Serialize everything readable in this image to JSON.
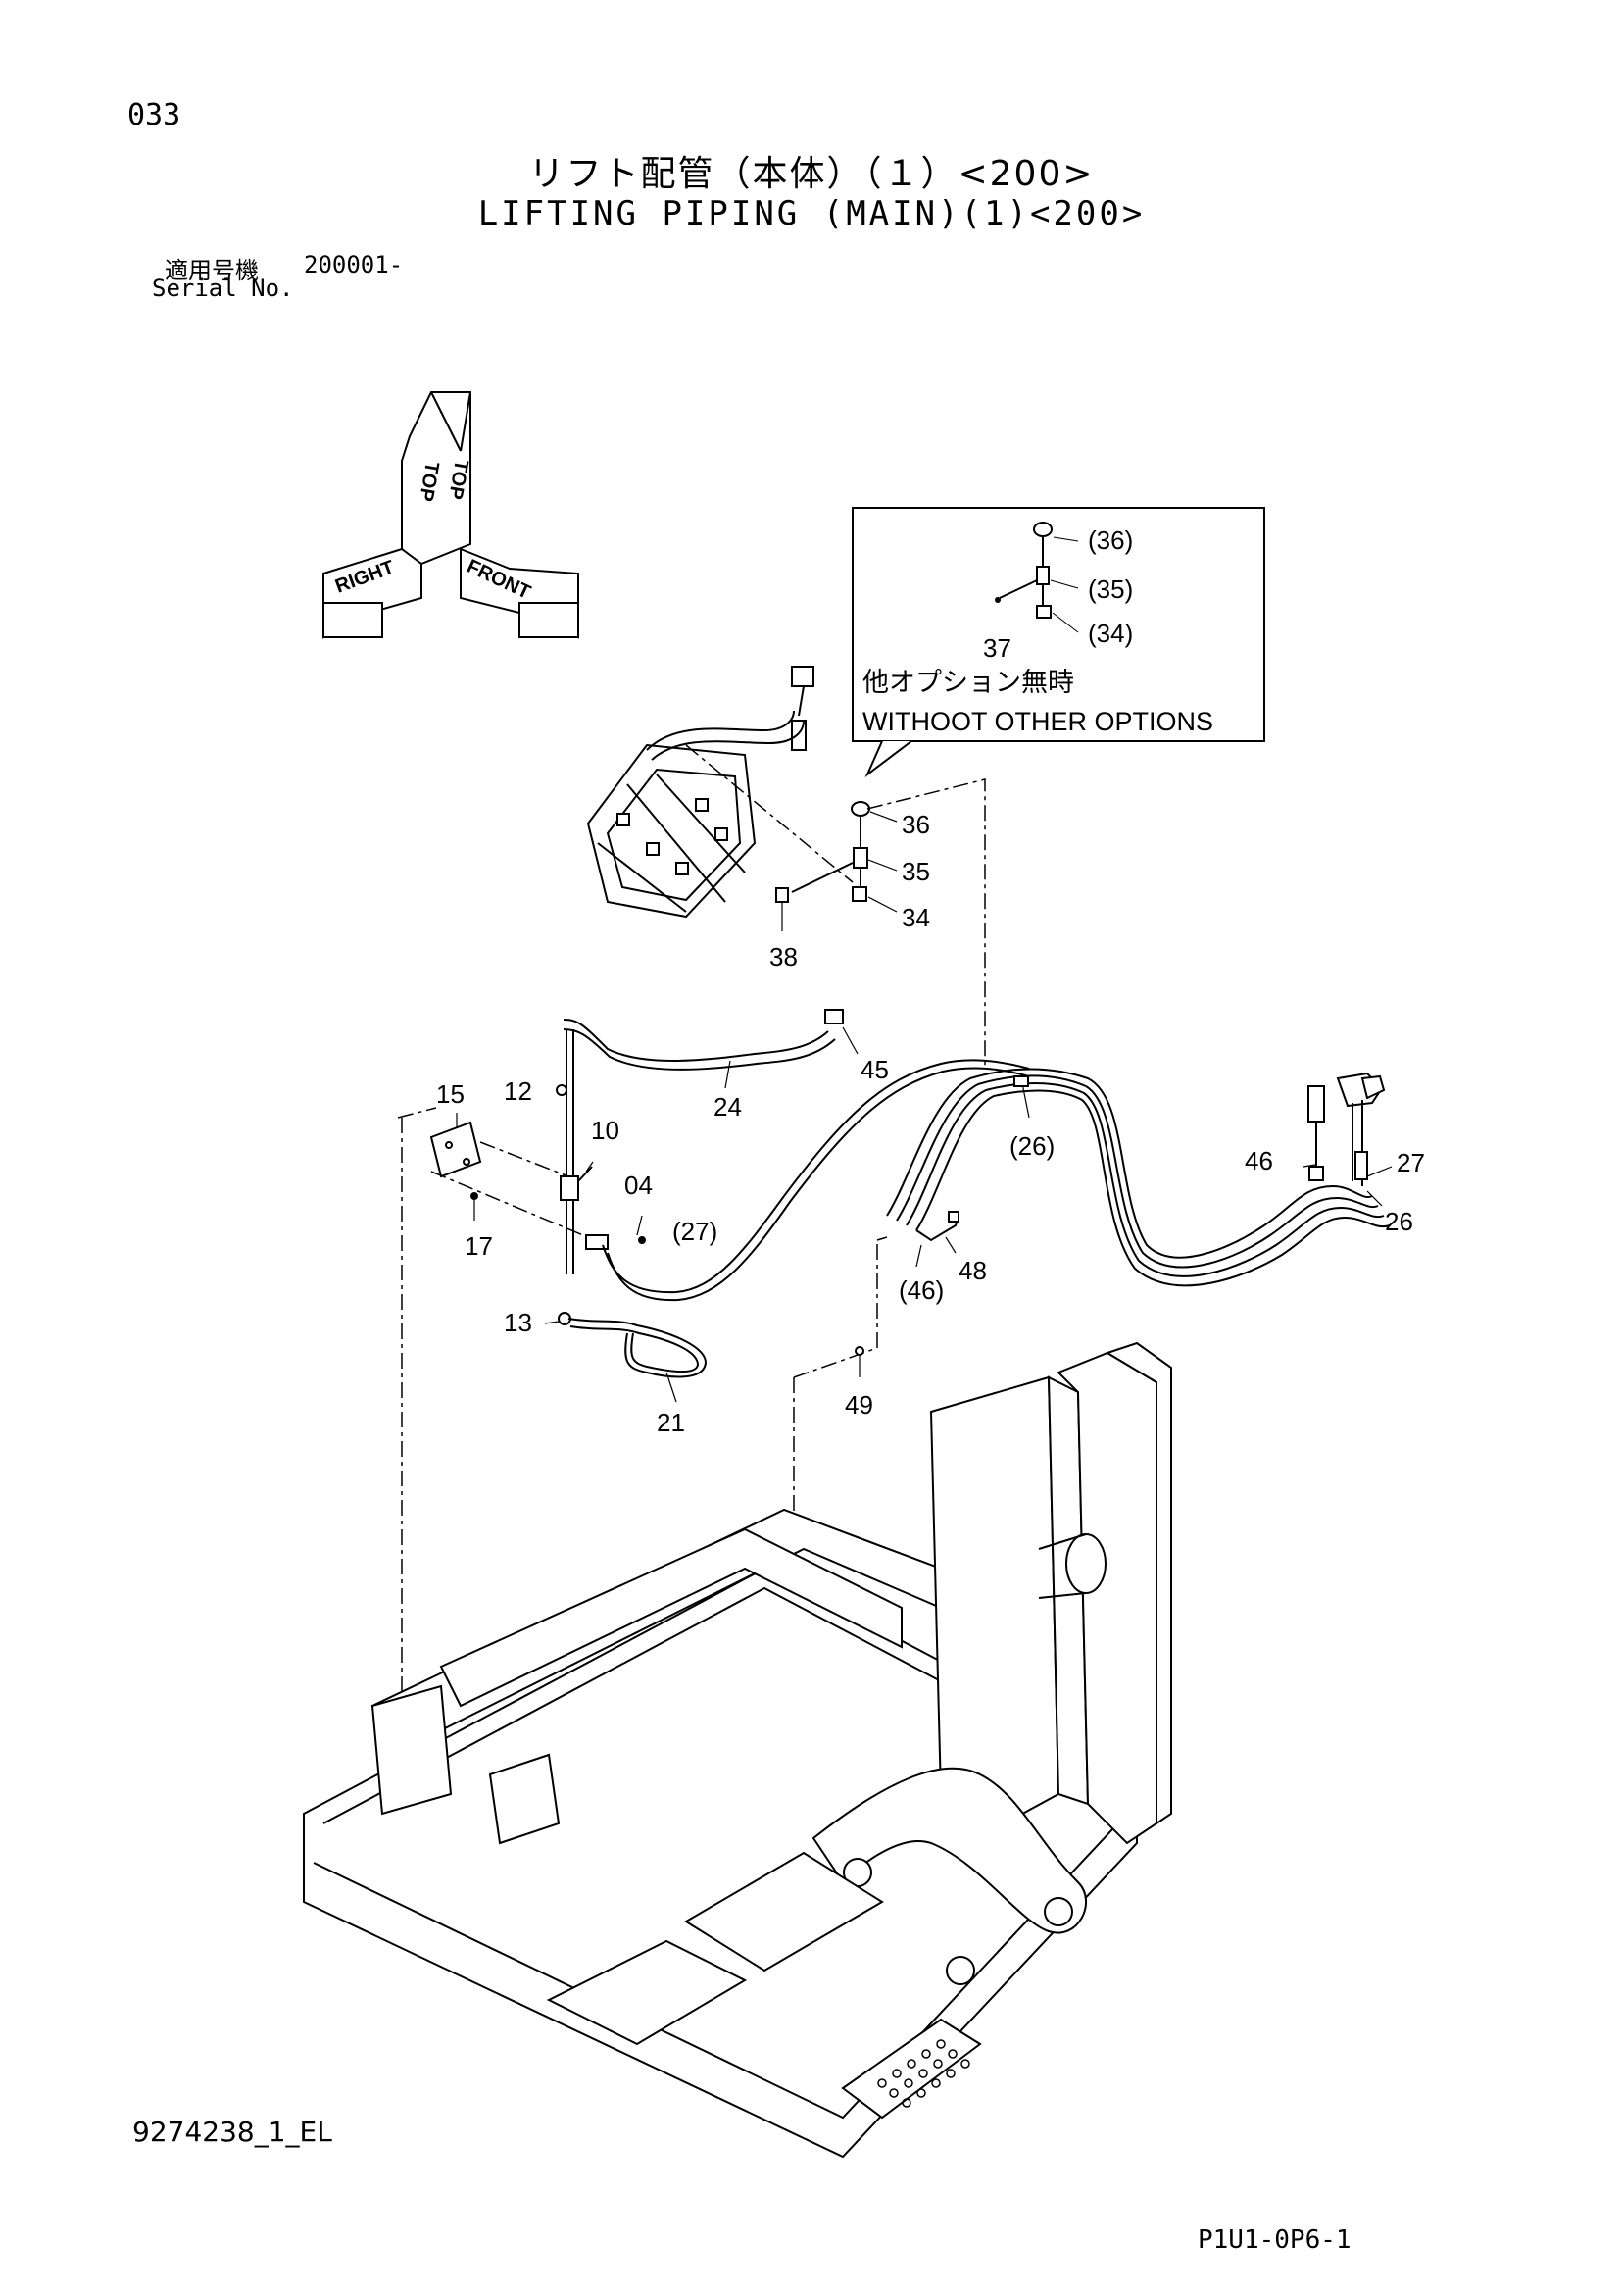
{
  "header": {
    "page_number": "033",
    "title_ja": "リフト配管（本体）（１）<200>",
    "title_en": "LIFTING PIPING (MAIN)(1)<200>",
    "serial_label_ja": "適用号機",
    "serial_range": "200001-",
    "serial_label_en": "Serial No."
  },
  "orientation": {
    "top": "TOP",
    "right": "RIGHT",
    "front": "FRONT"
  },
  "inset": {
    "note_ja": "他オプション無時",
    "note_en": "WITHOOT OTHER OPTIONS",
    "labels": [
      "(36)",
      "(35)",
      "(34)",
      "37"
    ]
  },
  "callouts": {
    "c36": "36",
    "c35": "35",
    "c34": "34",
    "c38": "38",
    "c15": "15",
    "c12": "12",
    "c10": "10",
    "c04": "04",
    "c17": "17",
    "c24": "24",
    "c45": "45",
    "c26p": "(26)",
    "c27p": "(27)",
    "c48": "48",
    "c46p": "(46)",
    "c13": "13",
    "c21": "21",
    "c49": "49",
    "c46": "46",
    "c27": "27",
    "c26": "26"
  },
  "footer": {
    "doc_number": "9274238_1_EL",
    "page_code": "P1U1-0P6-1"
  }
}
